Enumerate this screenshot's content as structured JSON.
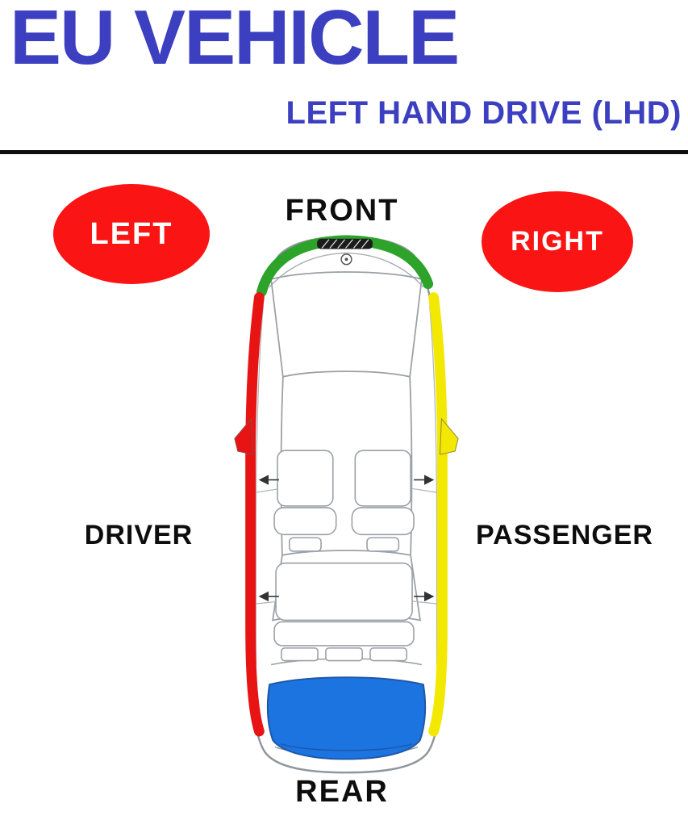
{
  "header": {
    "title": "EU VEHICLE",
    "subtitle": "LEFT HAND DRIVE (LHD)"
  },
  "labels": {
    "front": "FRONT",
    "rear": "REAR",
    "left": "LEFT",
    "right": "RIGHT",
    "driver": "DRIVER",
    "passenger": "PASSENGER"
  },
  "colors": {
    "title_blue": "#3b3fc0",
    "badge_red": "#fa1414",
    "front_green": "#2da32a",
    "left_red": "#e81414",
    "right_yellow": "#f2e800",
    "rear_blue": "#1b74e0",
    "outline_gray": "#9aa0a6"
  }
}
